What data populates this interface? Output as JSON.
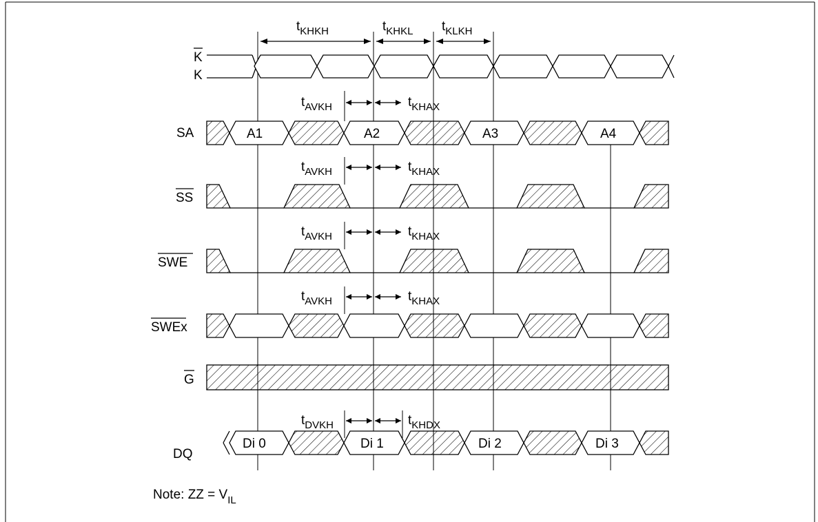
{
  "timing_params": {
    "khkh": {
      "base": "t",
      "sub": "KHKH"
    },
    "khkl": {
      "base": "t",
      "sub": "KHKL"
    },
    "klkh": {
      "base": "t",
      "sub": "KLKH"
    },
    "avkh": {
      "base": "t",
      "sub": "AVKH"
    },
    "khax": {
      "base": "t",
      "sub": "KHAX"
    },
    "dvkh": {
      "base": "t",
      "sub": "DVKH"
    },
    "khdx": {
      "base": "t",
      "sub": "KHDX"
    }
  },
  "signals": {
    "k_bar": "K",
    "k": "K",
    "sa": "SA",
    "ss": "SS",
    "swe": "SWE",
    "swex": "SWEx",
    "g": "G",
    "dq": "DQ"
  },
  "sa_values": [
    "A1",
    "A2",
    "A3",
    "A4"
  ],
  "dq_values": [
    "Di 0",
    "Di 1",
    "Di 2",
    "Di 3"
  ],
  "note": {
    "prefix": "Note:  ZZ = V",
    "sub": "IL"
  },
  "colors": {
    "line": "#000000",
    "background": "#ffffff"
  }
}
